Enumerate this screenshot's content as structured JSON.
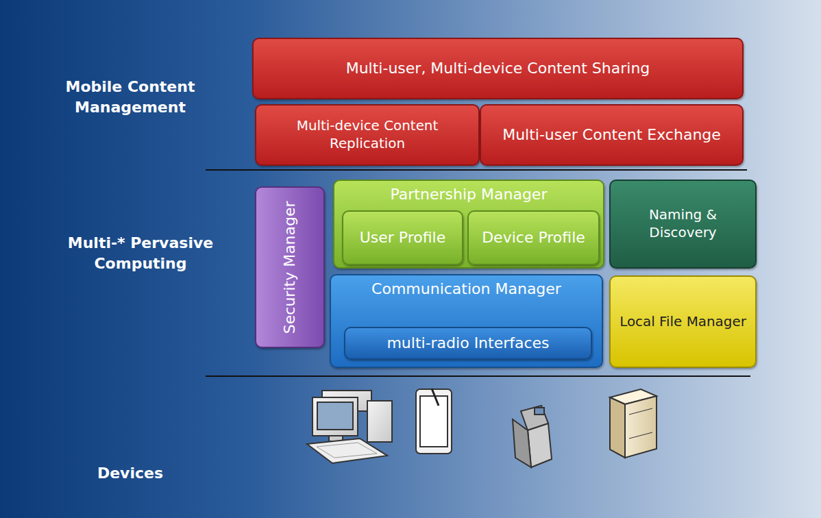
{
  "diagram": {
    "nodes": [
      {
        "text": [
          "Multi-user, Multi-device Content Sharing"
        ]
      },
      {
        "text": [
          "Multi-device Content Replication"
        ]
      },
      {
        "text": [
          "Multi-user Content Exchange"
        ]
      },
      {
        "text": [
          "Security Manager"
        ]
      },
      {
        "text": [
          "Partnership Manager"
        ]
      },
      {
        "text": [
          "User Profile"
        ],
        "in": 4
      },
      {
        "text": [
          "Device Profile"
        ],
        "in": 4
      },
      {
        "text": [
          "Naming & Discovery"
        ]
      },
      {
        "text": [
          "Communication Manager"
        ]
      },
      {
        "text": [
          "multi-radio Interfaces"
        ],
        "in": 8
      },
      {
        "text": [
          "Local File Manager"
        ]
      }
    ],
    "labels": [
      "Mobile Content Management",
      "Multi-* Pervasive Computing",
      "Devices"
    ]
  }
}
